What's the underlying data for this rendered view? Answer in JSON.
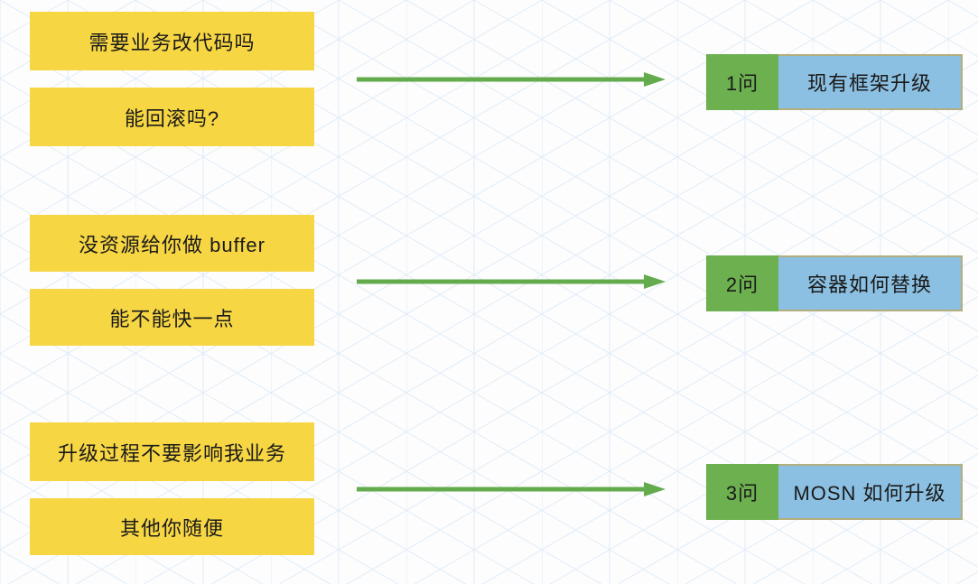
{
  "colors": {
    "note_bg": "#f7d644",
    "badge_bg": "#6cb04f",
    "title_bg": "#8cc0e2",
    "title_border": "#b3ae7d",
    "arrow_green": "#63ab4c",
    "pattern_line": "#d7e6f4",
    "text": "#1a1a1a"
  },
  "notes": [
    {
      "label": "需要业务改代码吗"
    },
    {
      "label": "能回滚吗?"
    },
    {
      "label": "没资源给你做 buffer"
    },
    {
      "label": "能不能快一点"
    },
    {
      "label": "升级过程不要影响我业务"
    },
    {
      "label": "其他你随便"
    }
  ],
  "questions": [
    {
      "badge": "1问",
      "title": "现有框架升级"
    },
    {
      "badge": "2问",
      "title": "容器如何替换"
    },
    {
      "badge": "3问",
      "title": "MOSN 如何升级"
    }
  ]
}
